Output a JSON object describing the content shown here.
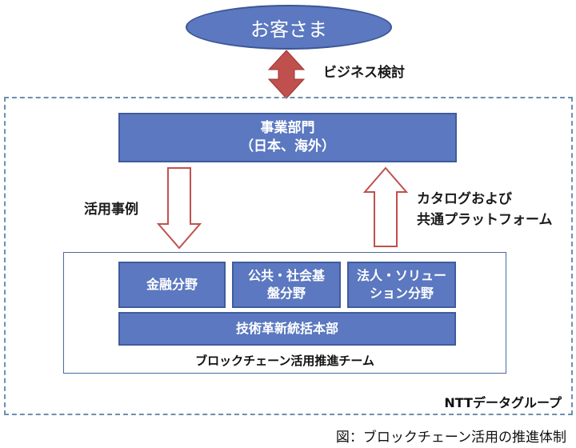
{
  "customer": "お客さま",
  "business_review": "ビジネス検討",
  "business_dept": {
    "line1": "事業部門",
    "line2": "（日本、海外）"
  },
  "use_cases": "活用事例",
  "catalog": {
    "line1": "カタログおよび",
    "line2": "共通プラットフォーム"
  },
  "sectors": {
    "finance": "金融分野",
    "public_line1": "公共・社会基",
    "public_line2": "盤分野",
    "corporate_line1": "法人・ソリュー",
    "corporate_line2": "ション分野"
  },
  "tech_hq": "技術革新統括本部",
  "blockchain_team": "ブロックチェーン活用推進チーム",
  "group_label": "NTTデータグループ",
  "caption": "図：ブロックチェーン活用の推進体制",
  "colors": {
    "box_fill": "#5b78c0",
    "dashed_border": "#6f8fae",
    "arrow_fill": "#c0504d",
    "hollow_arrow_stroke": "#c0504d"
  }
}
